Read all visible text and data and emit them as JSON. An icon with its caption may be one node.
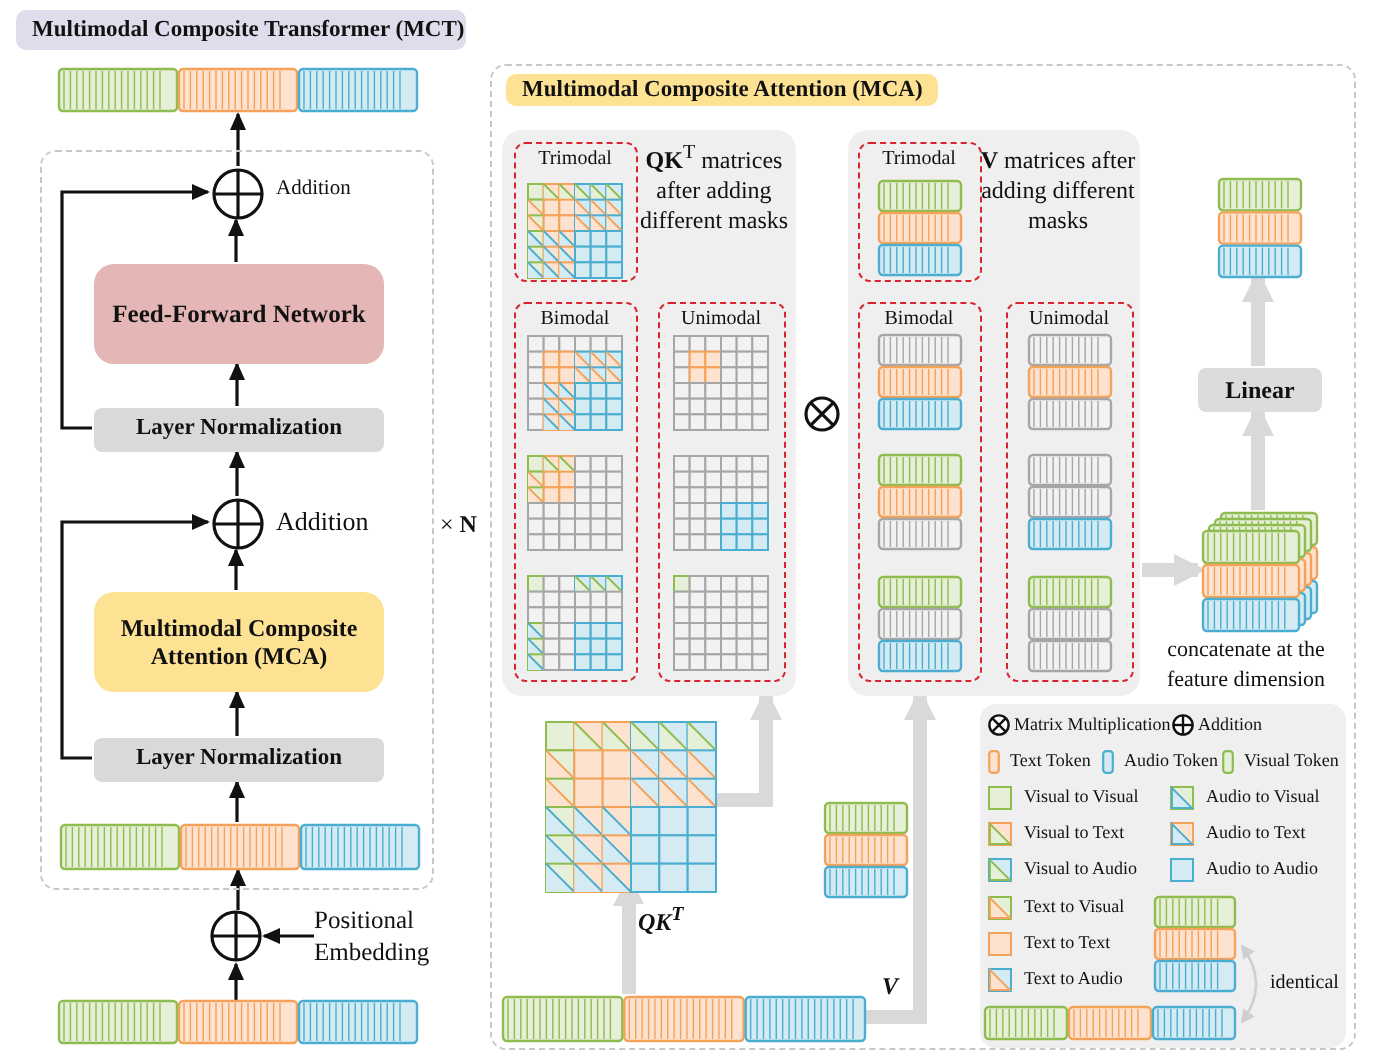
{
  "diagram": {
    "title": "Multimodal Composite Transformer (MCT)",
    "nodes": [
      {
        "text": [],
        "shape": "bar"
      },
      {
        "text": [],
        "shape": "box",
        "beside": [
          "× **N**"
        ]
      },
      {
        "text": [],
        "shape": "circle",
        "beside": [
          "Addition"
        ],
        "in": 1
      },
      {
        "text": [
          "Feed-Forward Network"
        ],
        "in": 1
      },
      {
        "text": [
          "Layer Normalization"
        ],
        "in": 1
      },
      {
        "text": [],
        "shape": "circle",
        "beside": [
          "Addition"
        ],
        "in": 1
      },
      {
        "text": [
          "Multimodal Composite Attention (MCA)"
        ],
        "in": 1
      },
      {
        "text": [
          "Layer Normalization"
        ],
        "in": 1
      },
      {
        "text": [],
        "shape": "bar",
        "in": 1
      },
      {
        "text": [],
        "shape": "circle"
      },
      {
        "text": [
          "Positional Embedding"
        ]
      },
      {
        "text": [],
        "shape": "bar"
      },
      {
        "text": [
          "Multimodal Composite Attention (MCA)"
        ]
      },
      {
        "text": [
          "**QK**$^{T}$ matrices after adding different masks"
        ],
        "in": 12
      },
      {
        "text": [
          "Trimodal"
        ],
        "in": 13
      },
      {
        "text": [
          "Bimodal"
        ],
        "in": 13
      },
      {
        "text": [
          "Unimodal"
        ],
        "in": 13
      },
      {
        "text": [],
        "shape": "circle",
        "in": 12
      },
      {
        "text": [
          "**V** matrices after adding different masks"
        ],
        "in": 12
      },
      {
        "text": [
          "Trimodal"
        ],
        "in": 18
      },
      {
        "text": [
          "Bimodal"
        ],
        "in": 18
      },
      {
        "text": [
          "Unimodal"
        ],
        "in": 18
      },
      {
        "text": [],
        "shape": "bar",
        "beside": [
          "concatenate at the feature dimension"
        ],
        "in": 12
      },
      {
        "text": [
          "Linear"
        ],
        "in": 12
      },
      {
        "text": [],
        "shape": "bar",
        "in": 12
      },
      {
        "text": [],
        "shape": "grid",
        "in": 12
      },
      {
        "text": [],
        "shape": "bar",
        "in": 12
      },
      {
        "text": [],
        "shape": "bar",
        "in": 12
      }
    ],
    "edges": [
      {
        "from": 11,
        "to": 9,
        "arrow": "to"
      },
      {
        "from": 10,
        "to": 9,
        "arrow": "to"
      },
      {
        "from": 9,
        "to": 8,
        "arrow": "to"
      },
      {
        "from": 8,
        "to": 7,
        "arrow": "to"
      },
      {
        "from": 7,
        "to": 6,
        "arrow": "to"
      },
      {
        "from": 6,
        "to": 5,
        "arrow": "to"
      },
      {
        "from": 7,
        "to": 5,
        "arrow": "to"
      },
      {
        "from": 5,
        "to": 4,
        "arrow": "to"
      },
      {
        "from": 4,
        "to": 3,
        "arrow": "to"
      },
      {
        "from": 3,
        "to": 2,
        "arrow": "to"
      },
      {
        "from": 4,
        "to": 2,
        "arrow": "to"
      },
      {
        "from": 2,
        "to": 0,
        "arrow": "to"
      },
      {
        "from": 27,
        "to": 25,
        "arrow": "to",
        "label": "**QK**$^{T}$",
        "style": "thick",
        "color": "#d9d9d9"
      },
      {
        "from": 25,
        "to": 13,
        "arrow": "to",
        "style": "thick",
        "color": "#d9d9d9"
      },
      {
        "from": 27,
        "to": 18,
        "arrow": "to",
        "label": "V",
        "style": "thick",
        "color": "#d9d9d9"
      },
      {
        "from": 18,
        "to": 22,
        "arrow": "to",
        "style": "thick",
        "color": "#d9d9d9"
      },
      {
        "from": 22,
        "to": 23,
        "arrow": "to",
        "style": "thick",
        "color": "#d9d9d9"
      },
      {
        "from": 23,
        "to": 24,
        "arrow": "to",
        "style": "thick",
        "color": "#d9d9d9"
      }
    ],
    "labels": [
      "identical"
    ],
    "legend": [
      {
        "text": "Matrix Multiplication"
      },
      {
        "text": "Addition"
      },
      {
        "text": "Text Token"
      },
      {
        "text": "Audio Token"
      },
      {
        "text": "Visual Token"
      },
      {
        "text": "Visual to Visual"
      },
      {
        "text": "Audio to Visual"
      },
      {
        "text": "Visual to Text"
      },
      {
        "text": "Audio to Text"
      },
      {
        "text": "Visual to Audio"
      },
      {
        "text": "Audio to Audio"
      },
      {
        "text": "Text to Visual"
      },
      {
        "text": "Text to Text"
      },
      {
        "text": "Text to Audio"
      }
    ]
  }
}
